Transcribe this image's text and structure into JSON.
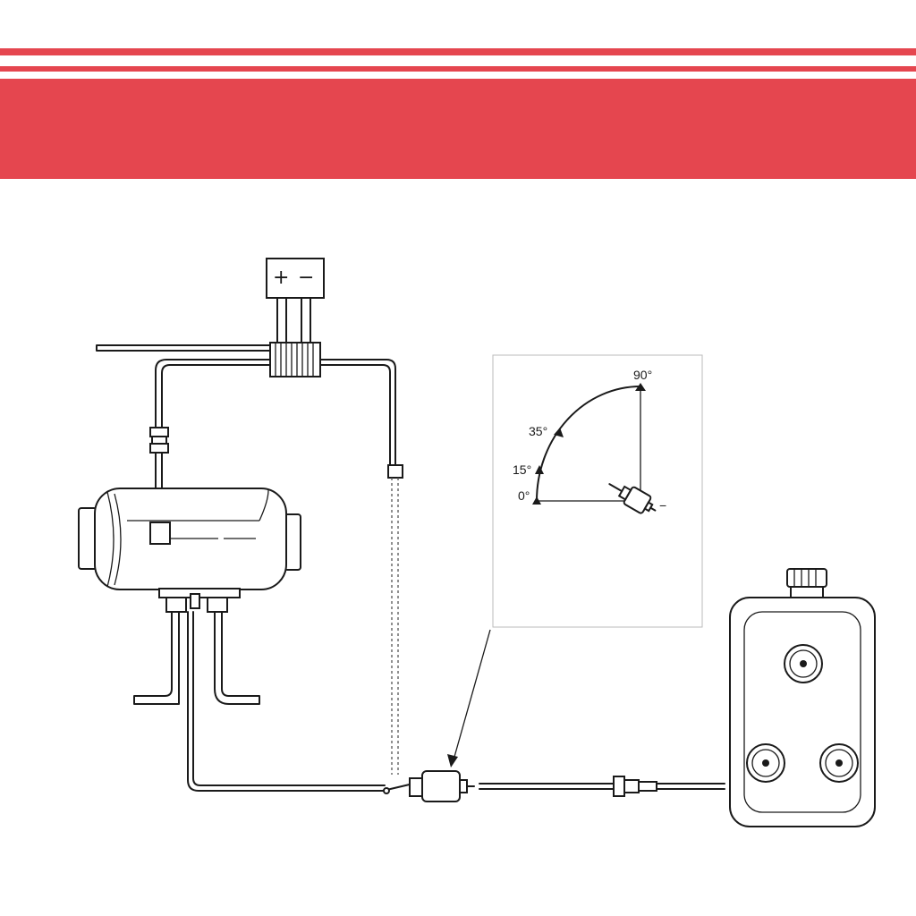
{
  "colors": {
    "banner_red": "#e5464f",
    "stripe_red": "#e5464f",
    "line": "#1a1a1a",
    "background": "#ffffff"
  },
  "battery": {
    "plus": "+",
    "minus": "−"
  },
  "inset": {
    "angles": [
      "90°",
      "35°",
      "15°",
      "0°"
    ],
    "polarity": "−"
  },
  "icons": [
    "battery-icon",
    "heater-icon",
    "fuel-pump-icon",
    "fuel-tank-icon",
    "fuel-filter-icon",
    "wiring-harness-icon"
  ]
}
